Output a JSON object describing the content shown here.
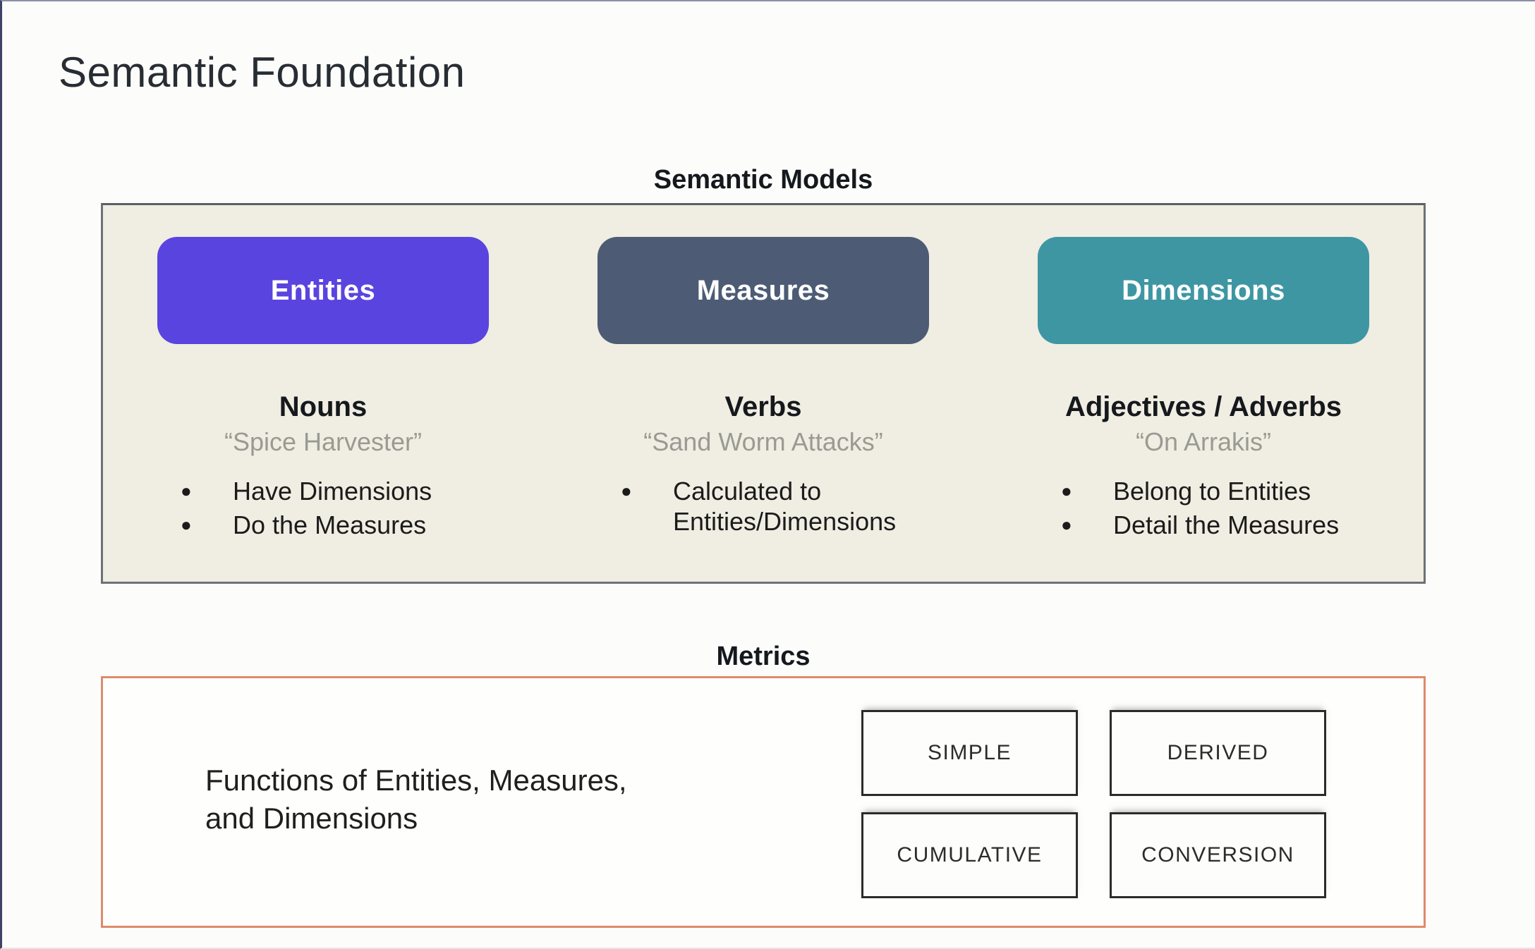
{
  "title": "Semantic Foundation",
  "semantic_models": {
    "heading": "Semantic Models",
    "columns": [
      {
        "pill": "Entities",
        "pill_color": "#5a44e0",
        "role": "Nouns",
        "example": "“Spice Harvester”",
        "bullets": [
          "Have Dimensions",
          "Do the Measures"
        ]
      },
      {
        "pill": "Measures",
        "pill_color": "#4d5c74",
        "role": "Verbs",
        "example": "“Sand Worm Attacks”",
        "bullets": [
          "Calculated to Entities/Dimensions"
        ]
      },
      {
        "pill": "Dimensions",
        "pill_color": "#3e96a3",
        "role": "Adjectives / Adverbs",
        "example": "“On Arrakis”",
        "bullets": [
          "Belong to Entities",
          "Detail the Measures"
        ]
      }
    ]
  },
  "metrics": {
    "heading": "Metrics",
    "description": "Functions of Entities, Measures,\nand Dimensions",
    "types": [
      "SIMPLE",
      "DERIVED",
      "CUMULATIVE",
      "CONVERSION"
    ]
  },
  "colors": {
    "models_panel_bg": "#f0ede2",
    "models_panel_border": "#6c7176",
    "metrics_panel_border": "#de8b6b",
    "metric_box_border": "#2b2b2b"
  }
}
